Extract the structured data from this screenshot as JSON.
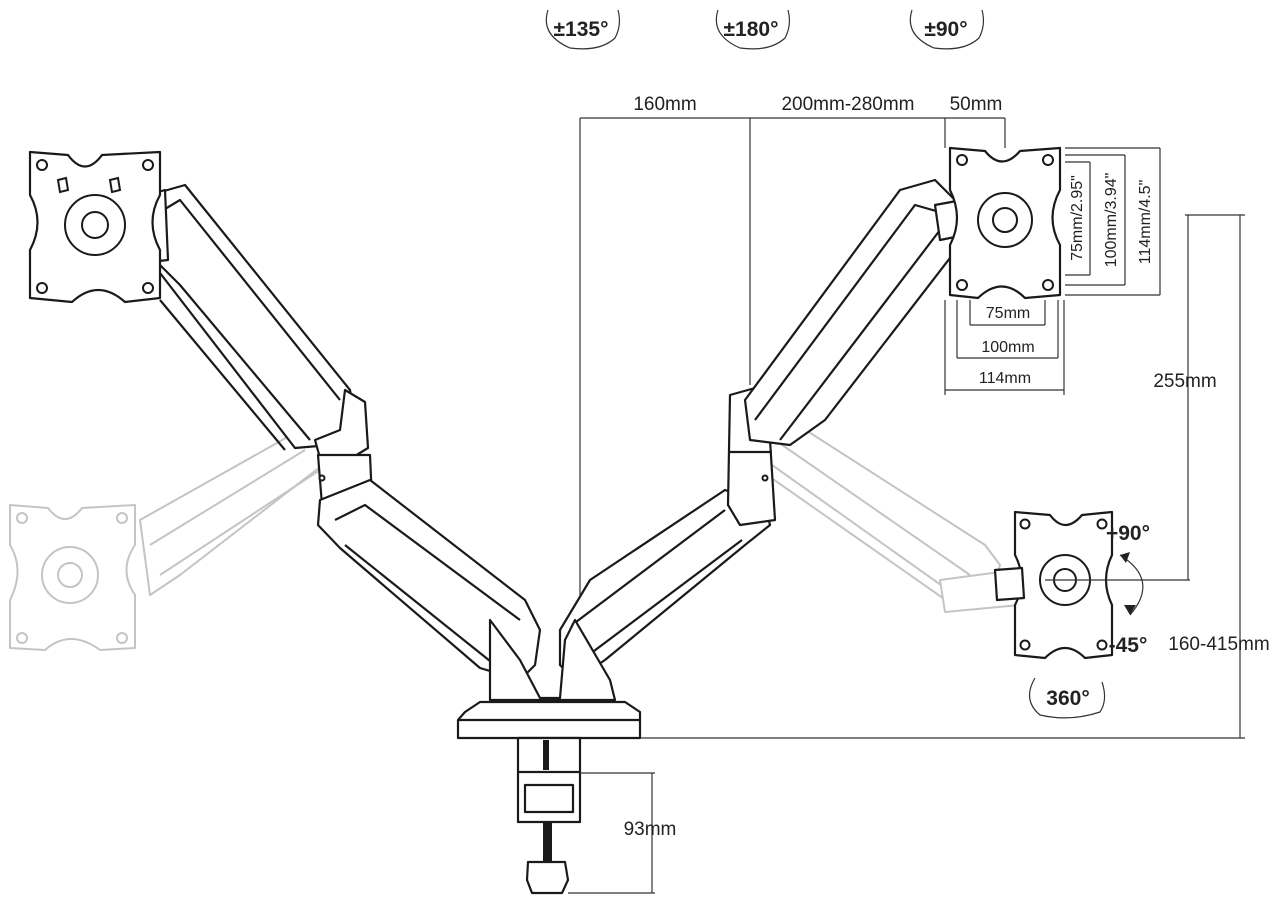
{
  "rotations": {
    "arm_swivel": "±135°",
    "arm_joint": "±180°",
    "head_tilt": "±90°",
    "tilt_up": "+90°",
    "tilt_down": "-45°",
    "head_rotate": "360°"
  },
  "dimensions": {
    "reach_upper": "160mm",
    "reach_lower": "200mm-280mm",
    "offset": "50mm",
    "height_adjust": "255mm",
    "pole_height": "160-415mm",
    "clamp_thickness": "93mm"
  },
  "vesa": {
    "w75": "75mm",
    "w100": "100mm",
    "w114": "114mm",
    "h75": "75mm/2.95\"",
    "h100": "100mm/3.94\"",
    "h114": "114mm/4.5\""
  }
}
